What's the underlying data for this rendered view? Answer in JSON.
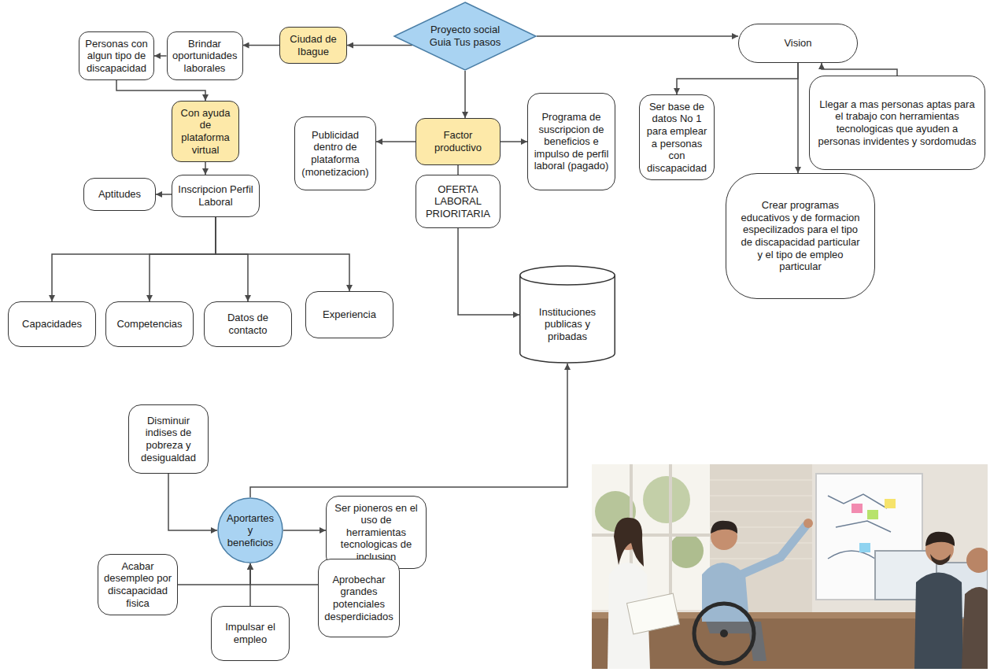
{
  "diagram": {
    "nodes": [
      {
        "text": [
          "Proyecto social Guia Tus pasos"
        ]
      },
      {
        "text": [
          "Ciudad de Ibague"
        ]
      },
      {
        "text": [
          "Brindar oportunidades laborales"
        ]
      },
      {
        "text": [
          "Personas con algun tipo de discapacidad"
        ]
      },
      {
        "text": [
          "Vision"
        ]
      },
      {
        "text": [
          "Con ayuda de plataforma virtual"
        ]
      },
      {
        "text": [
          "Inscripcion Perfil Laboral"
        ]
      },
      {
        "text": [
          "Aptitudes"
        ]
      },
      {
        "text": [
          "Publicidad dentro de plataforma (monetizacion)"
        ]
      },
      {
        "text": [
          "Factor productivo"
        ]
      },
      {
        "text": [
          "Programa de suscripcion de beneficios e impulso de perfil laboral (pagado)"
        ]
      },
      {
        "text": [
          "Ser base de datos No 1 para emplear a personas con discapacidad"
        ]
      },
      {
        "text": [
          "Llegar a mas personas aptas para el trabajo con herramientas tecnologicas que ayuden a personas invidentes y sordomudas"
        ]
      },
      {
        "text": [
          "OFERTA LABORAL PRIORITARIA"
        ]
      },
      {
        "text": [
          "Crear programas educativos y de formacion especilizados para el tipo de discapacidad particular y el tipo de empleo particular"
        ]
      },
      {
        "text": [
          "Capacidades"
        ]
      },
      {
        "text": [
          "Competencias"
        ]
      },
      {
        "text": [
          "Datos de contacto"
        ]
      },
      {
        "text": [
          "Experiencia"
        ]
      },
      {
        "text": [
          "Instituciones publicas y pribadas"
        ]
      },
      {
        "text": [
          "Disminuir indises de pobreza y desigualdad"
        ]
      },
      {
        "text": [
          "Aportartes y beneficios"
        ]
      },
      {
        "text": [
          "Ser pioneros en el uso de herramientas tecnologicas de inclusion"
        ]
      },
      {
        "text": [
          "Acabar desempleo por discapacidad fisica"
        ]
      },
      {
        "text": [
          "Aprobechar grandes potenciales desperdiciados"
        ]
      },
      {
        "text": [
          "Impulsar el empleo"
        ]
      }
    ],
    "edges": [
      {
        "from": 0,
        "to": 1,
        "arrow": "to"
      },
      {
        "from": 1,
        "to": 2,
        "arrow": "to"
      },
      {
        "from": 2,
        "to": 3,
        "arrow": "to"
      },
      {
        "from": 3,
        "to": 5,
        "arrow": "to"
      },
      {
        "from": 5,
        "to": 6,
        "arrow": "to"
      },
      {
        "from": 6,
        "to": 7,
        "arrow": "to"
      },
      {
        "from": 6,
        "to": 15,
        "arrow": "to"
      },
      {
        "from": 6,
        "to": 16,
        "arrow": "to"
      },
      {
        "from": 6,
        "to": 17,
        "arrow": "to"
      },
      {
        "from": 6,
        "to": 18,
        "arrow": "to"
      },
      {
        "from": 0,
        "to": 4,
        "arrow": "to"
      },
      {
        "from": 0,
        "to": 9,
        "arrow": "to"
      },
      {
        "from": 9,
        "to": 8,
        "arrow": "to"
      },
      {
        "from": 9,
        "to": 10,
        "arrow": "to"
      },
      {
        "from": 9,
        "to": 13,
        "arrow": "none"
      },
      {
        "from": 13,
        "to": 19,
        "arrow": "to"
      },
      {
        "from": 4,
        "to": 11,
        "arrow": "to"
      },
      {
        "from": 4,
        "to": 14,
        "arrow": "to"
      },
      {
        "from": 12,
        "to": 4,
        "arrow": "to"
      },
      {
        "from": 20,
        "to": 21,
        "arrow": "to"
      },
      {
        "from": 23,
        "to": 21,
        "arrow": "to"
      },
      {
        "from": 24,
        "to": 21,
        "arrow": "to"
      },
      {
        "from": 25,
        "to": 21,
        "arrow": "to"
      },
      {
        "from": 21,
        "to": 22,
        "arrow": "to"
      },
      {
        "from": 21,
        "to": 19,
        "arrow": "to"
      }
    ]
  }
}
